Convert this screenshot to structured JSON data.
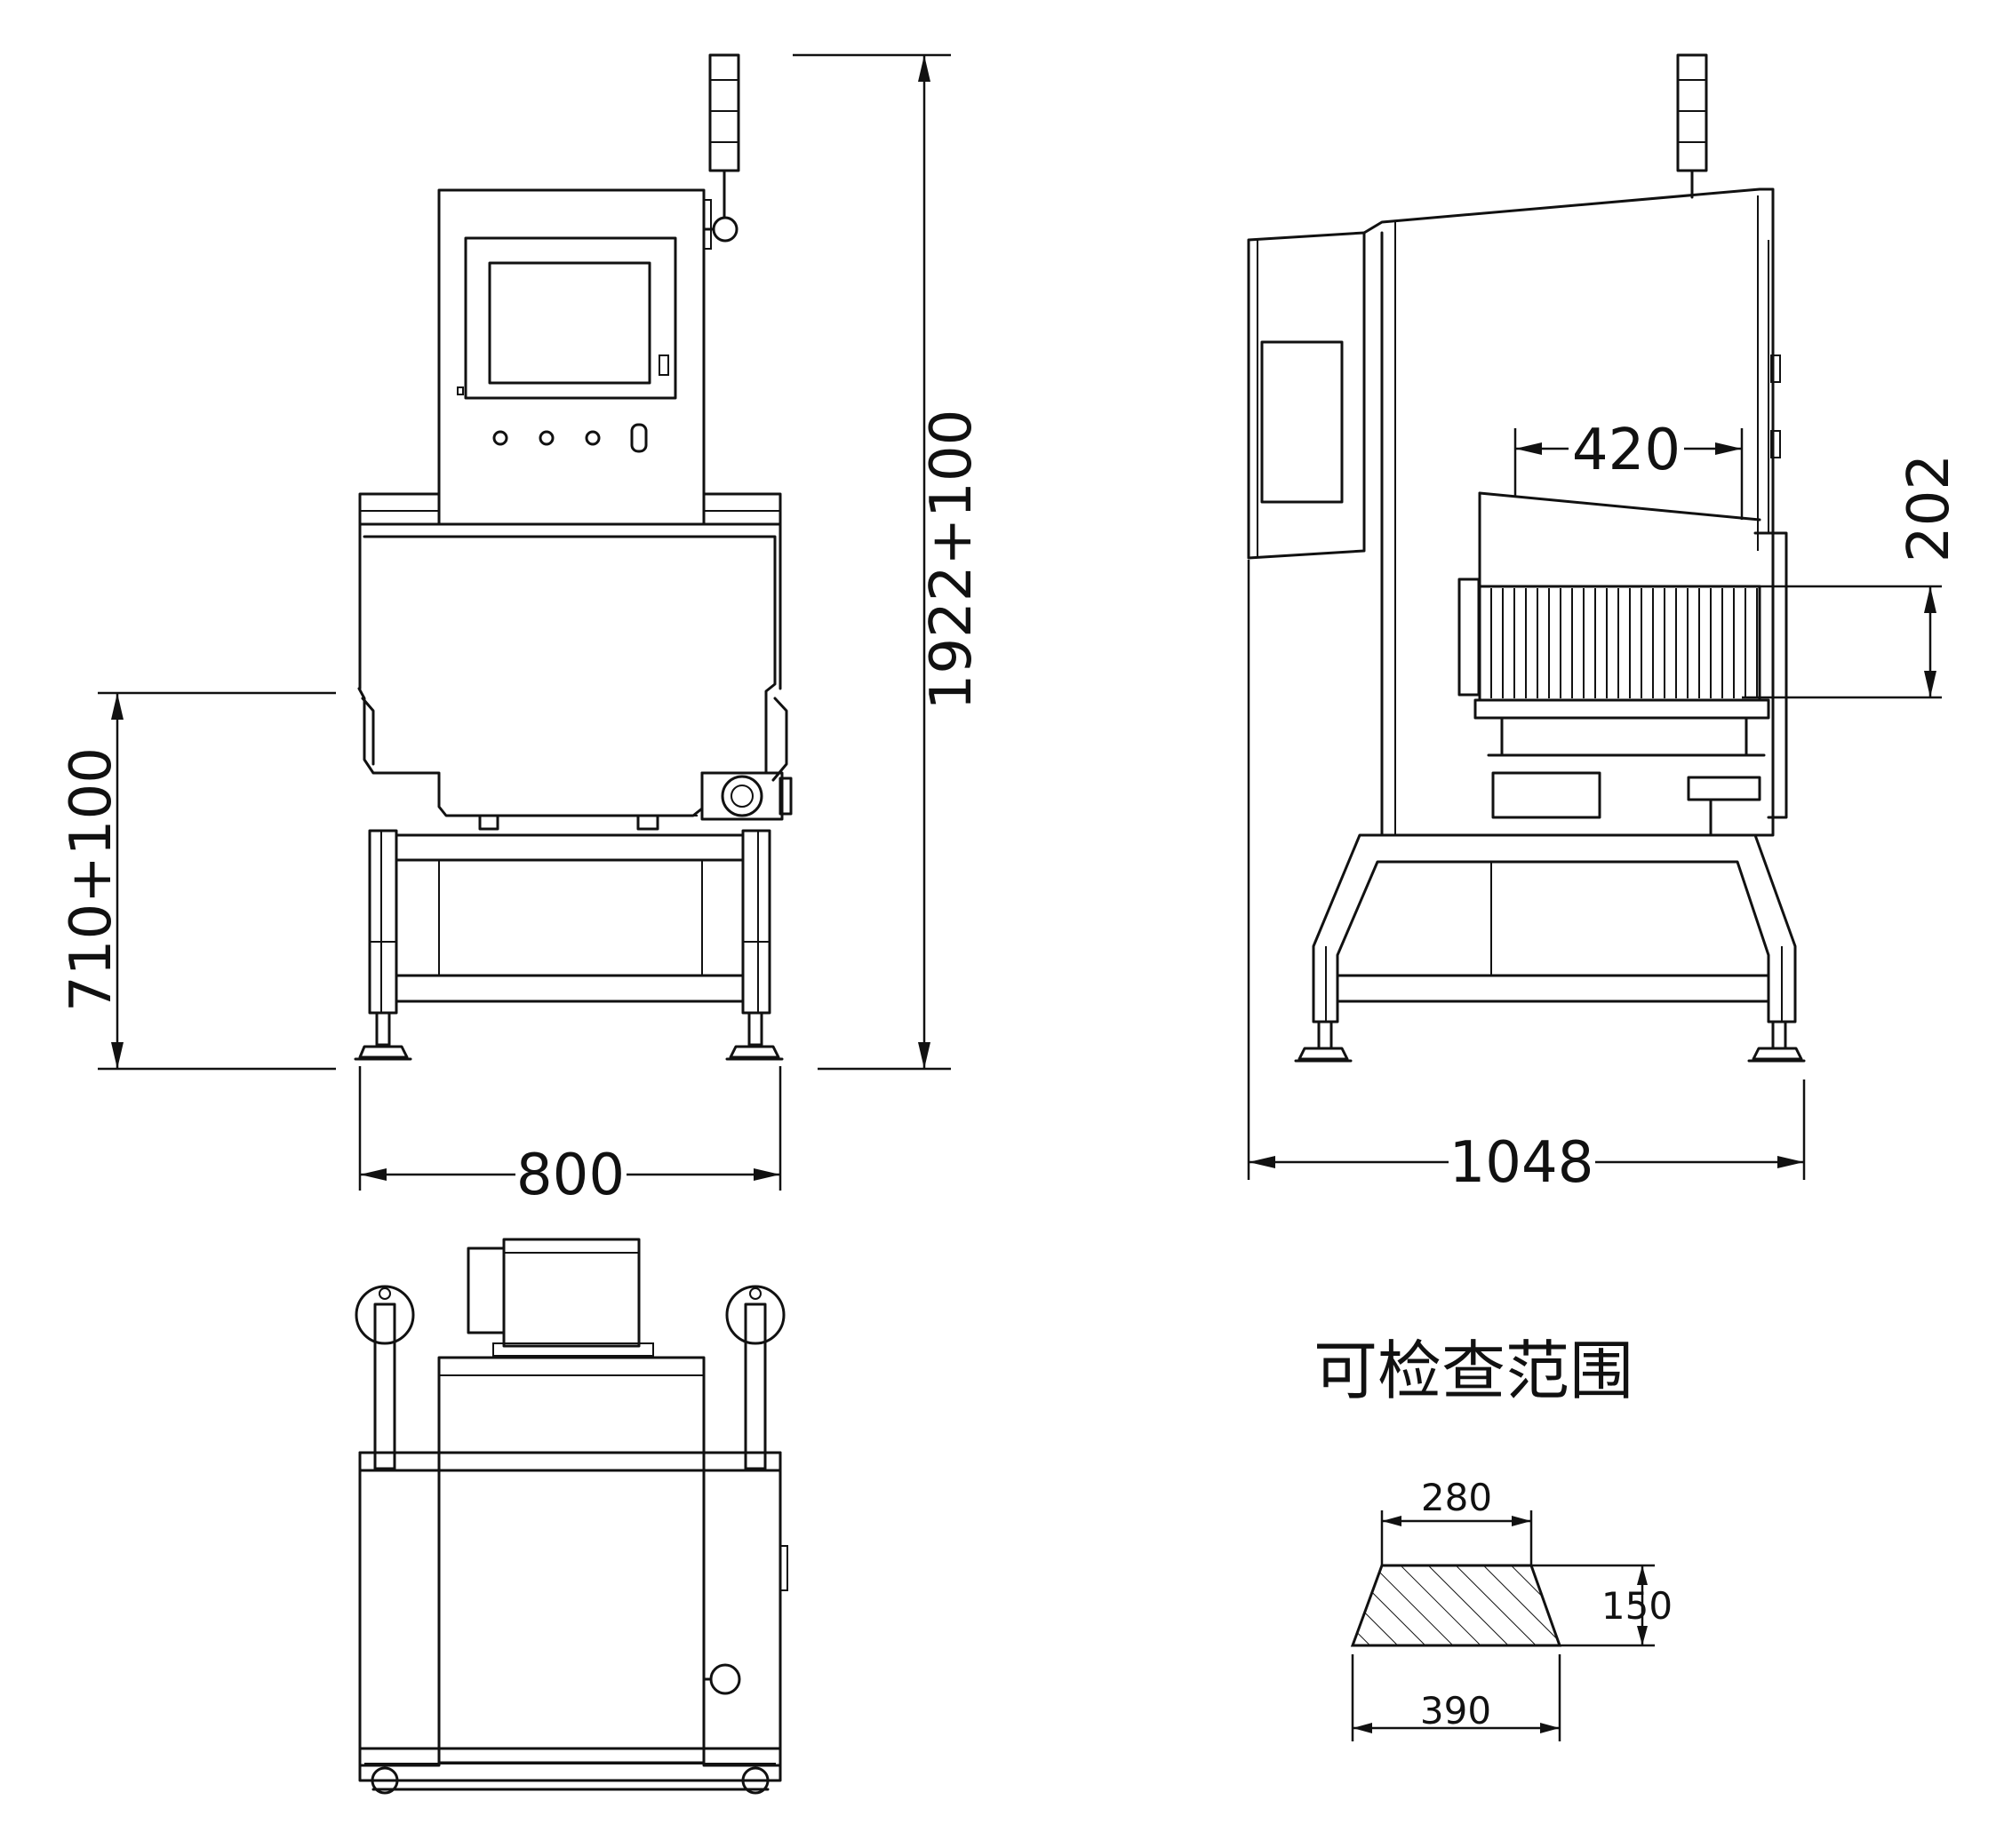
{
  "dimensions": {
    "front_height": "1922+100",
    "conveyor_height": "710+100",
    "front_width": "800",
    "side_depth": "1048",
    "tunnel_length": "420",
    "tunnel_height": "202"
  },
  "inspection_range": {
    "title": "可检查范围",
    "top_width": "280",
    "height": "150",
    "bottom_width": "390"
  }
}
